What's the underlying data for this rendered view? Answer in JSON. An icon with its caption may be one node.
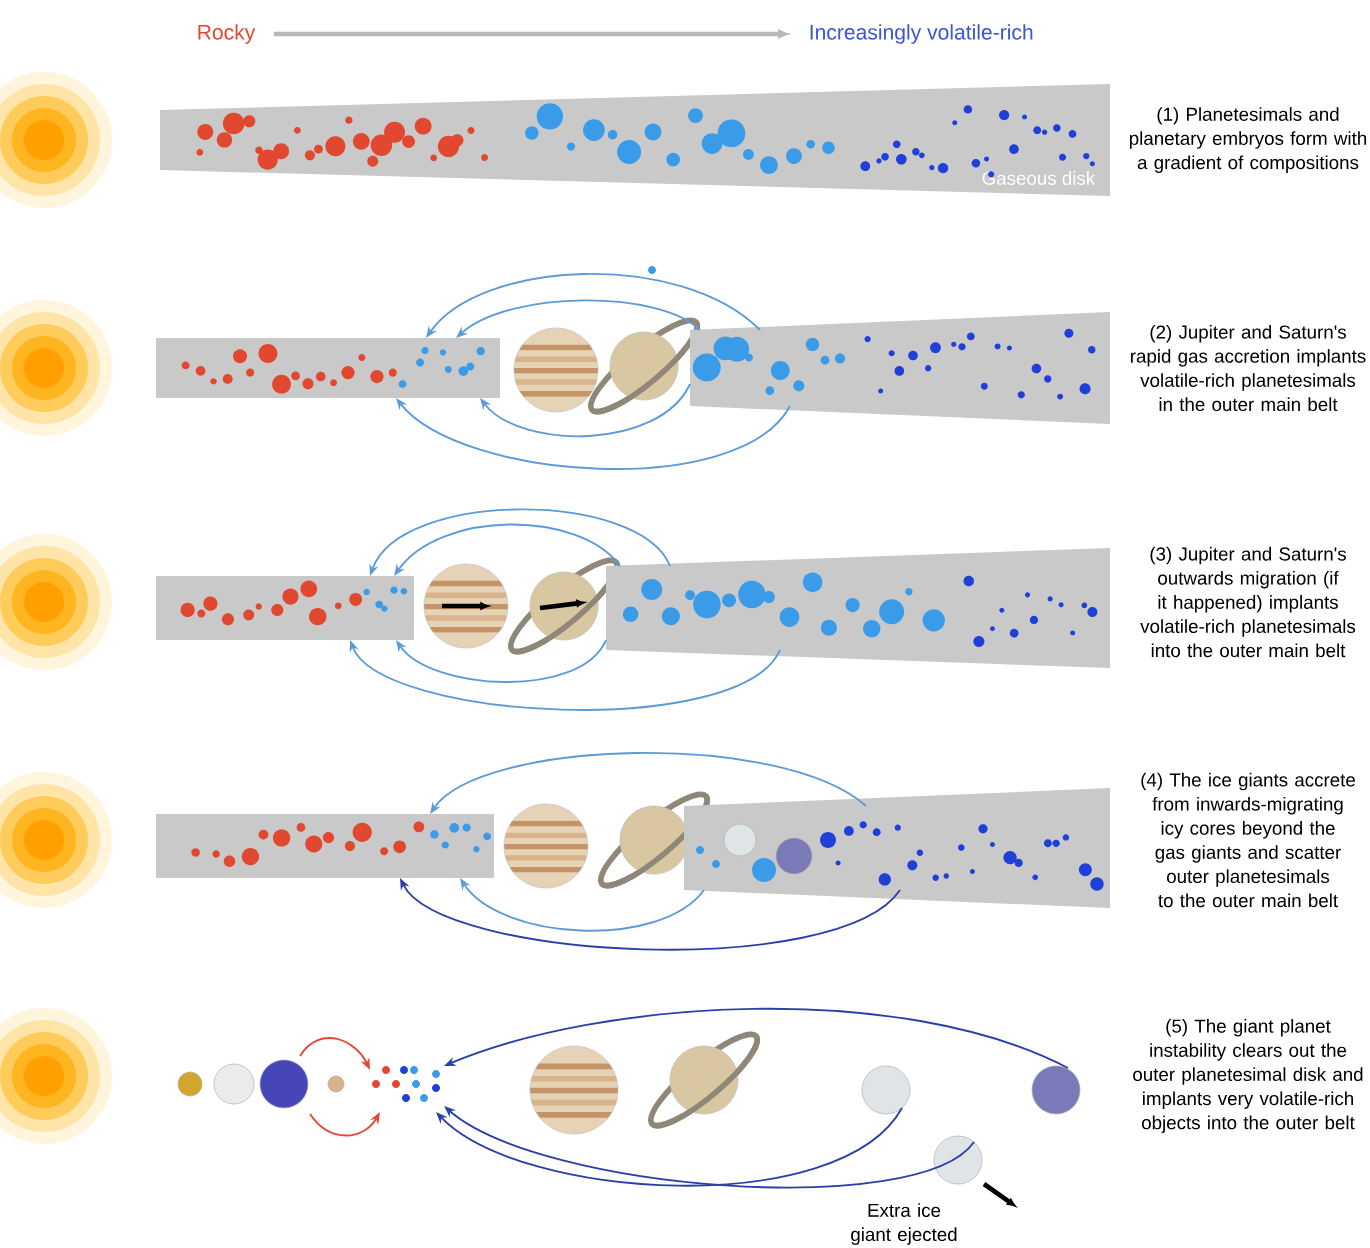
{
  "diagram": {
    "nodes": [
      {
        "text": [
          "Gaseous disk"
        ]
      },
      {
        "text": [],
        "shape": "band"
      },
      {
        "text": [],
        "shape": "band"
      },
      {
        "text": [],
        "shape": "band"
      },
      {
        "text": [],
        "shape": "band"
      },
      {
        "text": [],
        "shape": "band"
      },
      {
        "text": [],
        "shape": "band"
      },
      {
        "text": [],
        "shape": "dots"
      },
      {
        "text": [],
        "shape": "picture"
      },
      {
        "text": [],
        "shape": "circle"
      },
      {
        "text": [],
        "shape": "circle"
      },
      {
        "text": [],
        "shape": "circle"
      }
    ],
    "edges": [
      {
        "from": 2,
        "to": 1,
        "arrow": "to"
      },
      {
        "from": 2,
        "to": 1,
        "arrow": "to"
      },
      {
        "from": 2,
        "to": 1,
        "arrow": "to"
      },
      {
        "from": 2,
        "to": 1,
        "arrow": "to"
      },
      {
        "from": 4,
        "to": 3,
        "arrow": "to"
      },
      {
        "from": 4,
        "to": 3,
        "arrow": "to"
      },
      {
        "from": 4,
        "to": 3,
        "arrow": "to"
      },
      {
        "from": 4,
        "to": 3,
        "arrow": "to"
      },
      {
        "from": 6,
        "to": 5,
        "arrow": "to"
      },
      {
        "from": 6,
        "to": 5,
        "arrow": "to"
      },
      {
        "from": 6,
        "to": 5,
        "arrow": "to",
        "color": "#2b3fa8"
      },
      {
        "from": 11,
        "to": 7,
        "arrow": "to",
        "color": "#2b3fa8"
      },
      {
        "from": 9,
        "to": 7,
        "arrow": "to",
        "color": "#2b3fa8"
      },
      {
        "from": 10,
        "to": 7,
        "arrow": "to",
        "color": "#2b3fa8"
      },
      {
        "from": 8,
        "to": 7,
        "arrow": "to",
        "color": "#e2472f"
      },
      {
        "from": 8,
        "to": 7,
        "arrow": "to",
        "color": "#e2472f"
      }
    ],
    "labels": [
      "Rocky",
      "Increasingly volatile-rich",
      "(1) Planetesimals and planetary embryos form with a gradient of compositions",
      "(2) Jupiter and Saturn's rapid gas accretion implants volatile-rich planetesimals in the outer main belt",
      "(3) Jupiter and Saturn's outwards migration (if it happened) implants volatile-rich planetesimals into the outer main belt",
      "(4) The ice giants accrete from inwards-migrating icy cores beyond the gas giants and scatter outer planetesimals to the outer main belt",
      "(5) The giant planet instability clears out the outer planetesimal disk and implants very volatile-rich objects into the outer belt",
      "Extra ice giant ejected"
    ]
  }
}
